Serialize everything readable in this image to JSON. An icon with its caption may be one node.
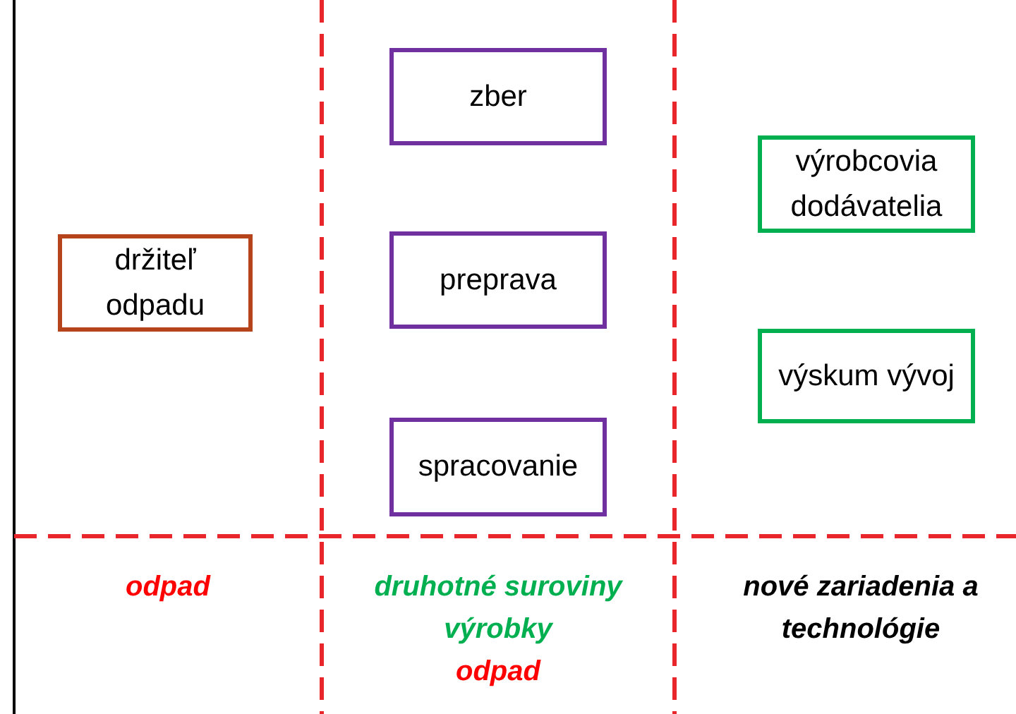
{
  "diagram": {
    "nodes": [
      {
        "text": [
          "držiteľ odpadu"
        ]
      },
      {
        "text": [
          "zber"
        ]
      },
      {
        "text": [
          "preprava"
        ]
      },
      {
        "text": [
          "spracovanie"
        ]
      },
      {
        "text": [
          "výrobcovia dodávatelia"
        ]
      },
      {
        "text": [
          "výskum vývoj"
        ]
      }
    ],
    "labels": [
      "odpad",
      "druhotné suroviny",
      "výrobky",
      "odpad",
      "nové zariadenia a technológie"
    ]
  }
}
